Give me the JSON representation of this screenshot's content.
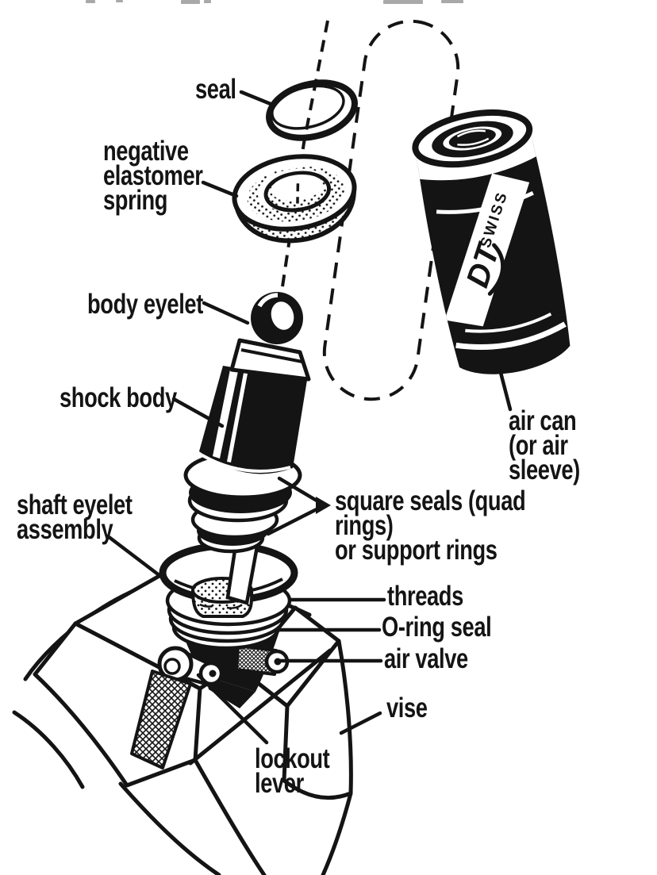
{
  "diagram": {
    "colors": {
      "ink": "#141414",
      "background": "#ffffff",
      "fragment_gray": "#a9a9a9"
    },
    "labels": {
      "seal": "seal",
      "negative_elastomer_spring": "negative\nelastomer\nspring",
      "body_eyelet": "body eyelet",
      "shock_body": "shock body",
      "shaft_eyelet_assembly": "shaft eyelet\nassembly",
      "square_seals": "square seals (quad rings)\nor support rings",
      "threads": "threads",
      "o_ring_seal": "O-ring seal",
      "air_valve": "air valve",
      "vise": "vise",
      "lockout_lever": "lockout\nlever",
      "air_can": "air can\n(or air sleeve)"
    },
    "logo": {
      "brand_primary": "DT",
      "brand_secondary": "SWISS"
    }
  }
}
